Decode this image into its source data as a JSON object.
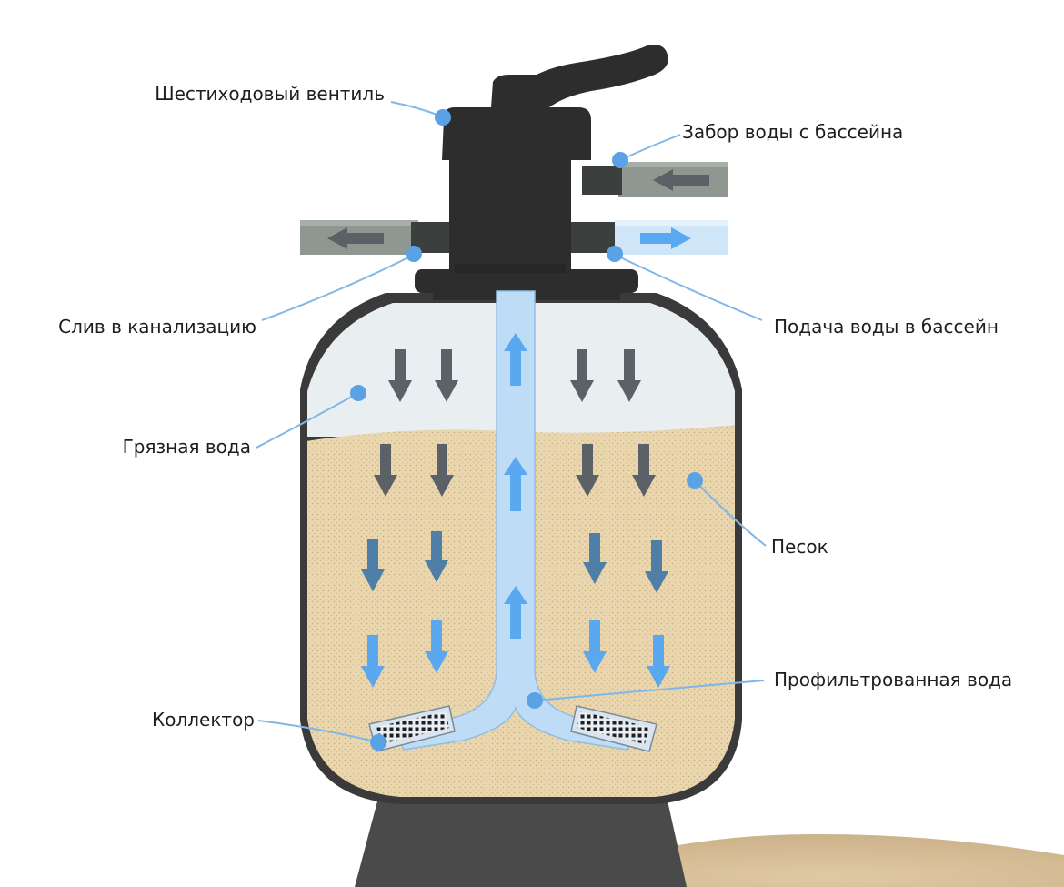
{
  "labels": {
    "valve": "Шестиходовый вентиль",
    "intake": "Забор воды с бассейна",
    "drain": "Слив в канализацию",
    "supply": "Подача воды в бассейн",
    "dirty_water": "Грязная вода",
    "sand": "Песок",
    "filtered_water": "Профильтрованная вода",
    "collector": "Коллектор"
  },
  "colors": {
    "tank_shell": "#3a3a3a",
    "valve_body": "#2d2d2d",
    "base": "#4a4a4a",
    "dirty_water": "#e9eef1",
    "sand": "#ead7b0",
    "filtered_water": "#bfdcf6",
    "leader_line": "#7fb8e8",
    "marker_dot": "#5aa2e6",
    "arrow_dark": "#5b6166",
    "arrow_mid": "#4f7ea6",
    "arrow_light": "#5aa8f0",
    "pipe": "#8f9790"
  },
  "icons": {
    "flow_down": "arrow-down-icon",
    "flow_up": "arrow-up-icon",
    "flow_left": "arrow-left-icon",
    "flow_right": "arrow-right-icon"
  }
}
